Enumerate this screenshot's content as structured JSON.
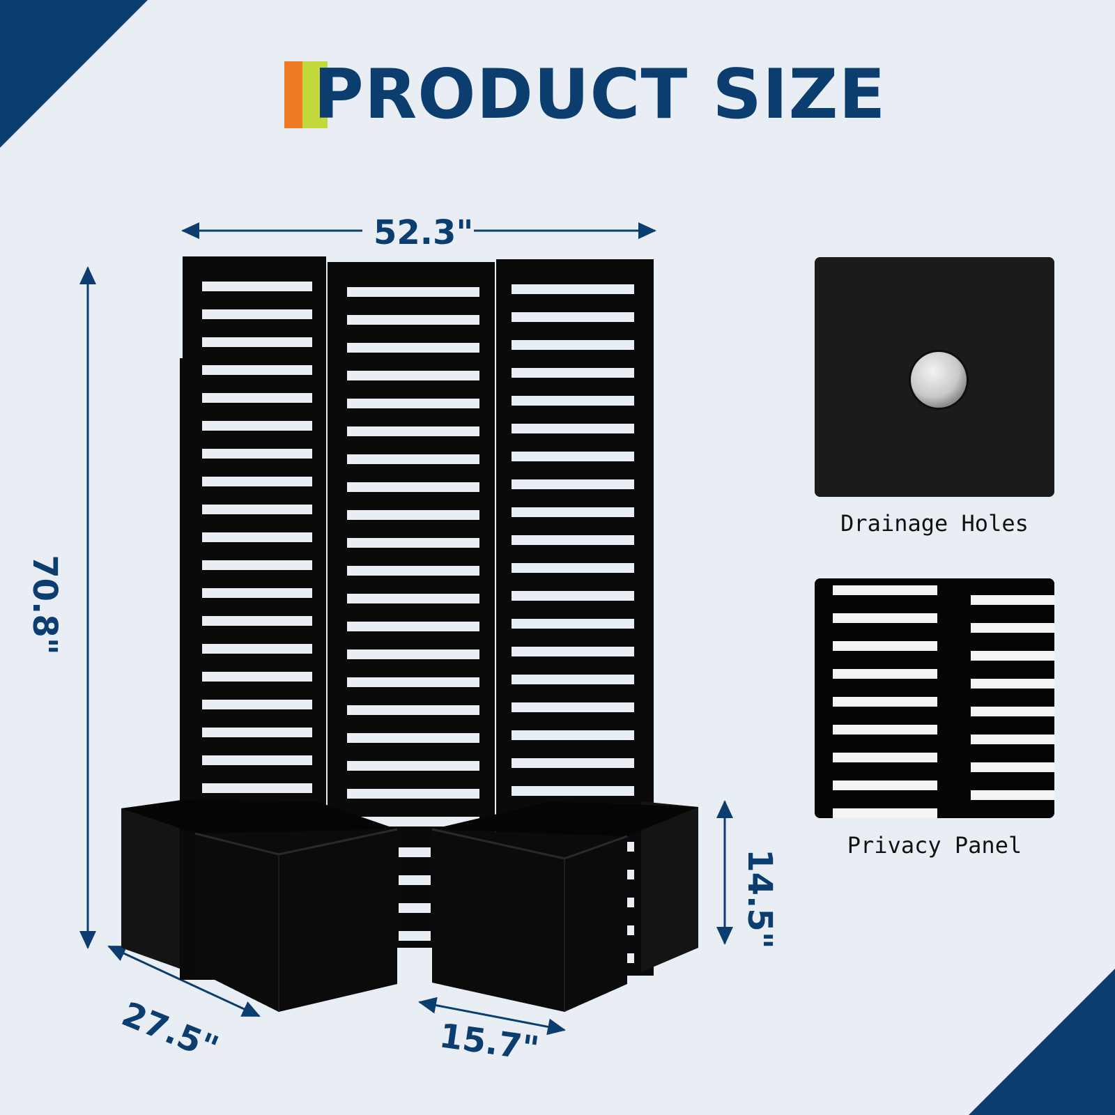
{
  "title": "PRODUCT SIZE",
  "colors": {
    "navy": "#0b3d6e",
    "orange": "#ef7a26",
    "lime": "#c3d83a",
    "background": "#e9eef5",
    "product": "#0a0a0a"
  },
  "dimensions": {
    "width": "52.3\"",
    "height": "70.8\"",
    "planter_height": "14.5\"",
    "planter_length": "27.5\"",
    "planter_width": "15.7\""
  },
  "details": [
    {
      "caption": "Drainage Holes"
    },
    {
      "caption": "Privacy Panel"
    }
  ]
}
